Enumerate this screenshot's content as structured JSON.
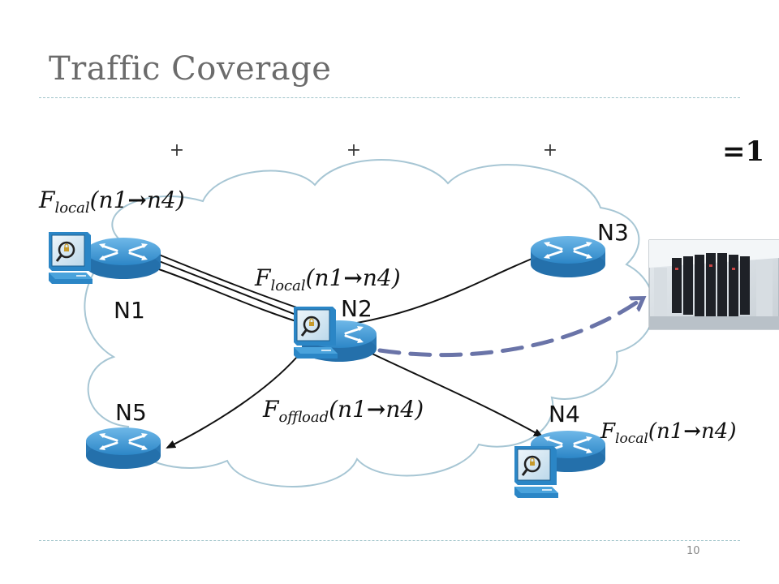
{
  "slide": {
    "title": "Traffic Coverage",
    "page_number": "10"
  },
  "equation": {
    "plus_1": "+",
    "plus_2": "+",
    "plus_3": "+",
    "result": "=1"
  },
  "nodes": {
    "n1": "N1",
    "n2": "N2",
    "n3": "N3",
    "n4": "N4",
    "n5": "N5"
  },
  "flows": {
    "f_n1": {
      "F": "F",
      "sub": "local",
      "arg_open": "(n1",
      "arrow": "→",
      "arg_close": "n4)"
    },
    "f_n2": {
      "F": "F",
      "sub": "local",
      "arg_open": "(n1",
      "arrow": "→",
      "arg_close": "n4)"
    },
    "f_offload": {
      "F": "F",
      "sub": "offload",
      "arg_open": "(n1",
      "arrow": "→",
      "arg_close": "n4)"
    },
    "f_n4": {
      "F": "F",
      "sub": "local",
      "arg_open": "(n1",
      "arrow": "→",
      "arg_close": "n4)"
    }
  },
  "colors": {
    "router_blue": "#3f9ad8",
    "dashed_arrow": "#6a74a8",
    "cloud_stroke": "#a7c6d4",
    "title_gray": "#6b6b6b"
  }
}
